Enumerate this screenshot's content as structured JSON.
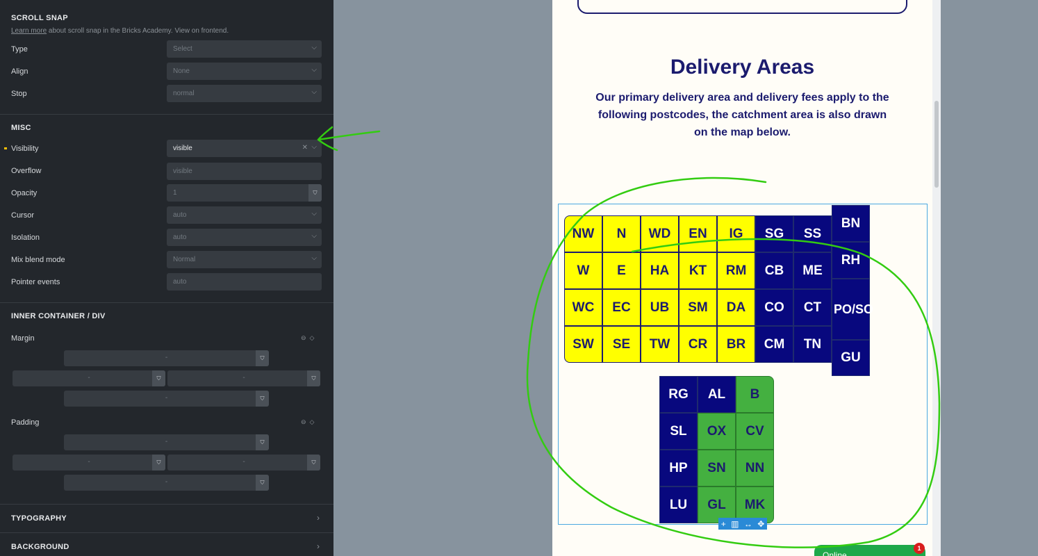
{
  "panel": {
    "scroll_snap": {
      "title": "SCROLL SNAP",
      "help_link": "Learn more",
      "help_text": " about scroll snap in the Bricks Academy. View on frontend.",
      "rows": [
        {
          "label": "Type",
          "value": "Select"
        },
        {
          "label": "Align",
          "value": "None"
        },
        {
          "label": "Stop",
          "value": "normal"
        }
      ]
    },
    "misc": {
      "title": "MISC",
      "rows": [
        {
          "label": "Visibility",
          "value": "visible"
        },
        {
          "label": "Overflow",
          "value": "visible"
        },
        {
          "label": "Opacity",
          "value": "1"
        },
        {
          "label": "Cursor",
          "value": "auto"
        },
        {
          "label": "Isolation",
          "value": "auto"
        },
        {
          "label": "Mix blend mode",
          "value": "Normal"
        },
        {
          "label": "Pointer events",
          "value": "auto"
        }
      ]
    },
    "inner": {
      "title": "INNER CONTAINER / DIV",
      "margin_label": "Margin",
      "padding_label": "Padding",
      "dash": "-"
    },
    "typography": "TYPOGRAPHY",
    "background": "BACKGROUND"
  },
  "preview": {
    "heading": "Delivery Areas",
    "intro": "Our primary delivery area and delivery fees apply to the following postcodes, the catchment area is also drawn on the map below.",
    "grid1": [
      {
        "code": "NW",
        "color": "yellow"
      },
      {
        "code": "N",
        "color": "yellow"
      },
      {
        "code": "WD",
        "color": "yellow"
      },
      {
        "code": "EN",
        "color": "yellow"
      },
      {
        "code": "IG",
        "color": "yellow"
      },
      {
        "code": "SG",
        "color": "blue"
      },
      {
        "code": "SS",
        "color": "blue"
      },
      {
        "code": "W",
        "color": "yellow"
      },
      {
        "code": "E",
        "color": "yellow"
      },
      {
        "code": "HA",
        "color": "yellow"
      },
      {
        "code": "KT",
        "color": "yellow"
      },
      {
        "code": "RM",
        "color": "yellow"
      },
      {
        "code": "CB",
        "color": "blue"
      },
      {
        "code": "ME",
        "color": "blue"
      },
      {
        "code": "WC",
        "color": "yellow"
      },
      {
        "code": "EC",
        "color": "yellow"
      },
      {
        "code": "UB",
        "color": "yellow"
      },
      {
        "code": "SM",
        "color": "yellow"
      },
      {
        "code": "DA",
        "color": "yellow"
      },
      {
        "code": "CO",
        "color": "blue"
      },
      {
        "code": "CT",
        "color": "blue"
      },
      {
        "code": "SW",
        "color": "yellow"
      },
      {
        "code": "SE",
        "color": "yellow"
      },
      {
        "code": "TW",
        "color": "yellow"
      },
      {
        "code": "CR",
        "color": "yellow"
      },
      {
        "code": "BR",
        "color": "yellow"
      },
      {
        "code": "CM",
        "color": "blue"
      },
      {
        "code": "TN",
        "color": "blue"
      }
    ],
    "side_column": [
      "BN",
      "RH",
      "PO/SO",
      "GU"
    ],
    "grid2": [
      {
        "code": "RG",
        "color": "blue"
      },
      {
        "code": "AL",
        "color": "blue"
      },
      {
        "code": "B",
        "color": "green"
      },
      {
        "code": "SL",
        "color": "blue"
      },
      {
        "code": "OX",
        "color": "green"
      },
      {
        "code": "CV",
        "color": "green"
      },
      {
        "code": "HP",
        "color": "blue"
      },
      {
        "code": "SN",
        "color": "green"
      },
      {
        "code": "NN",
        "color": "green"
      },
      {
        "code": "LU",
        "color": "blue"
      },
      {
        "code": "GL",
        "color": "green"
      },
      {
        "code": "MK",
        "color": "green"
      }
    ],
    "online": "Online",
    "badge": "1"
  },
  "colors": {
    "panel_bg": "#23272c",
    "canvas_bg": "#87939e",
    "navy": "#1b1b6e",
    "tile_blue": "#08087e",
    "tile_yellow": "#ffff00",
    "tile_green": "#44b040",
    "annotation": "#33cc11"
  }
}
